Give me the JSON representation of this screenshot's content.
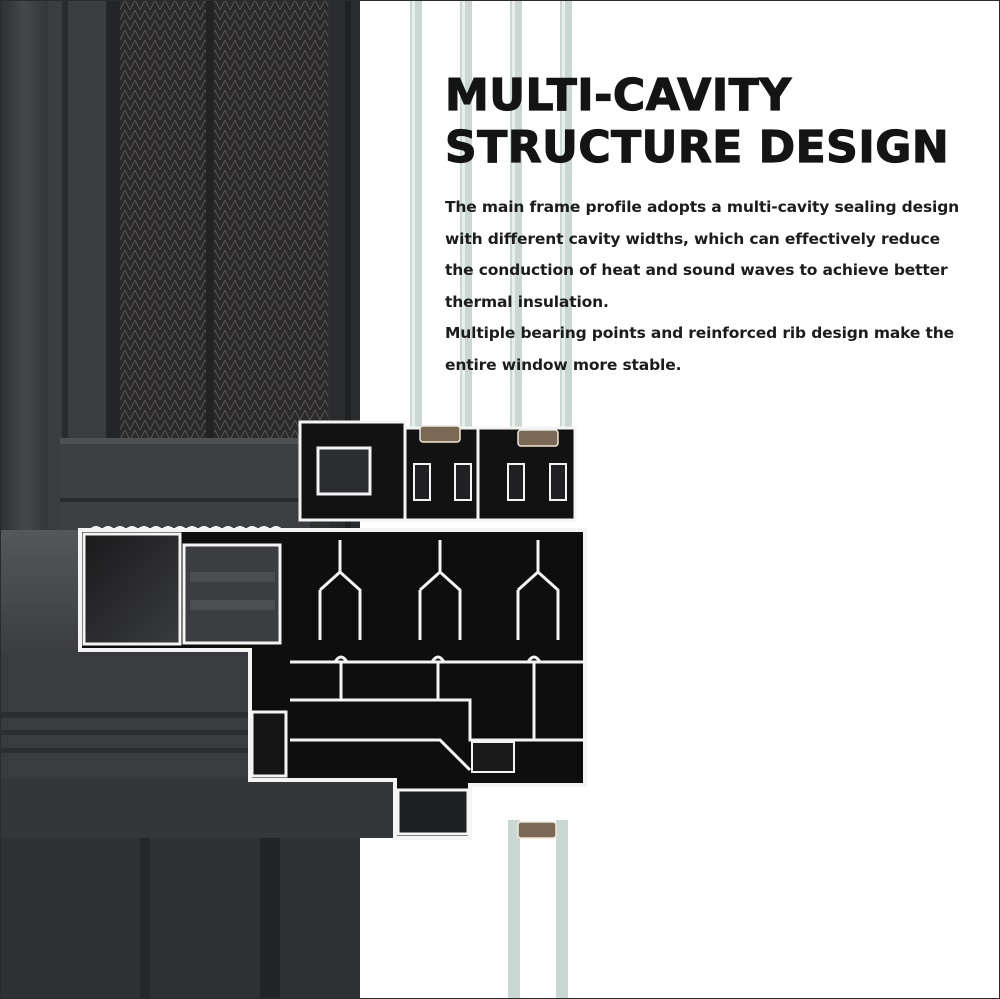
{
  "heading": {
    "line1": "MULTI-CAVITY",
    "line2": "STRUCTURE DESIGN"
  },
  "description": {
    "paragraph1": "The main frame profile adopts a multi-cavity sealing design with different cavity widths, which can effectively reduce the conduction of heat and sound waves to achieve better thermal insulation.",
    "paragraph2": "Multiple bearing points and reinforced rib design make the entire window more stable."
  },
  "illustration": {
    "subject": "window-frame-cross-section",
    "colors": {
      "frame_dark": "#3a3b3d",
      "frame_mid": "#4a4c4f",
      "screen_mesh": "#2c2b2b",
      "cavity_black": "#0e0e0f",
      "glass": "#c9d8d2",
      "gasket": "#7a6a55"
    }
  }
}
